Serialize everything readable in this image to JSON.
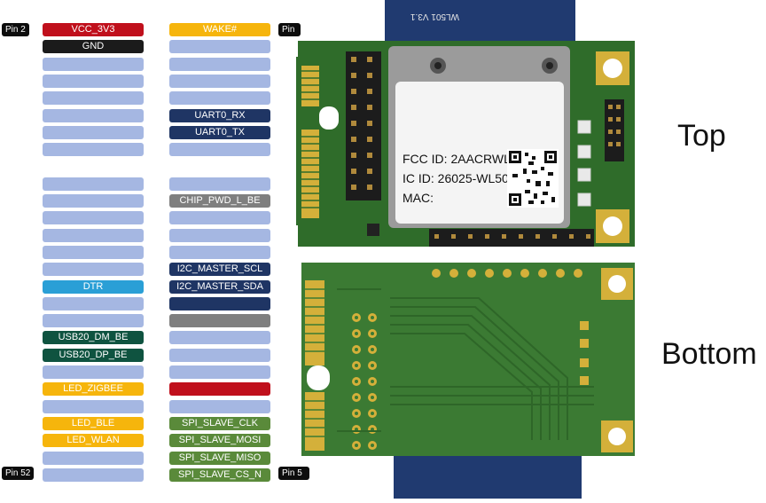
{
  "pin_labels": {
    "left_top": "Pin 2",
    "left_bottom": "Pin 52",
    "right_top": "Pin",
    "right_bottom": "Pin 5"
  },
  "colors": {
    "empty": "#a5b7e2",
    "red": "#c0101c",
    "black": "#1b1b1b",
    "blue": "#2a9fd6",
    "navy": "#1f3564",
    "green": "#0f5340",
    "yellow": "#f6b50c",
    "gray": "#7f7f7f",
    "olive": "#5a8a3a"
  },
  "left_column": [
    {
      "label": "VCC_3V3",
      "color": "red"
    },
    {
      "label": "GND",
      "color": "black"
    },
    {
      "label": "",
      "color": "empty"
    },
    {
      "label": "",
      "color": "empty"
    },
    {
      "label": "",
      "color": "empty"
    },
    {
      "label": "",
      "color": "empty"
    },
    {
      "label": "",
      "color": "empty"
    },
    {
      "label": "",
      "color": "empty"
    },
    {
      "label": "",
      "color": "gap"
    },
    {
      "label": "",
      "color": "empty"
    },
    {
      "label": "",
      "color": "empty"
    },
    {
      "label": "",
      "color": "empty"
    },
    {
      "label": "",
      "color": "empty"
    },
    {
      "label": "",
      "color": "empty"
    },
    {
      "label": "",
      "color": "empty"
    },
    {
      "label": "DTR",
      "color": "blue"
    },
    {
      "label": "",
      "color": "empty"
    },
    {
      "label": "",
      "color": "empty"
    },
    {
      "label": "USB20_DM_BE",
      "color": "green"
    },
    {
      "label": "USB20_DP_BE",
      "color": "green"
    },
    {
      "label": "",
      "color": "empty"
    },
    {
      "label": "LED_ZIGBEE",
      "color": "yellow"
    },
    {
      "label": "",
      "color": "empty"
    },
    {
      "label": "LED_BLE",
      "color": "yellow"
    },
    {
      "label": "LED_WLAN",
      "color": "yellow"
    },
    {
      "label": "",
      "color": "empty"
    },
    {
      "label": "",
      "color": "empty"
    }
  ],
  "right_column": [
    {
      "label": "WAKE#",
      "color": "yellow"
    },
    {
      "label": "",
      "color": "empty"
    },
    {
      "label": "",
      "color": "empty"
    },
    {
      "label": "",
      "color": "empty"
    },
    {
      "label": "",
      "color": "empty"
    },
    {
      "label": "UART0_RX",
      "color": "navy"
    },
    {
      "label": "UART0_TX",
      "color": "navy"
    },
    {
      "label": "",
      "color": "empty"
    },
    {
      "label": "",
      "color": "gap"
    },
    {
      "label": "",
      "color": "empty"
    },
    {
      "label": "CHIP_PWD_L_BE",
      "color": "gray"
    },
    {
      "label": "",
      "color": "empty"
    },
    {
      "label": "",
      "color": "empty"
    },
    {
      "label": "",
      "color": "empty"
    },
    {
      "label": "I2C_MASTER_SCL",
      "color": "navy"
    },
    {
      "label": "I2C_MASTER_SDA",
      "color": "navy"
    },
    {
      "label": "",
      "color": "navy"
    },
    {
      "label": "",
      "color": "gray"
    },
    {
      "label": "",
      "color": "empty"
    },
    {
      "label": "",
      "color": "empty"
    },
    {
      "label": "",
      "color": "empty"
    },
    {
      "label": "",
      "color": "red"
    },
    {
      "label": "",
      "color": "empty"
    },
    {
      "label": "SPI_SLAVE_CLK",
      "color": "olive"
    },
    {
      "label": "SPI_SLAVE_MOSI",
      "color": "olive"
    },
    {
      "label": "SPI_SLAVE_MISO",
      "color": "olive"
    },
    {
      "label": "SPI_SLAVE_CS_N",
      "color": "olive"
    }
  ],
  "board": {
    "top_label": "Top",
    "bottom_label": "Bottom",
    "shield_fcc": "FCC ID: 2AACRWL501",
    "shield_ic": "IC ID: 26025-WL501",
    "shield_mac": "MAC:",
    "antenna_tab_text": "WL501 V3.1"
  }
}
